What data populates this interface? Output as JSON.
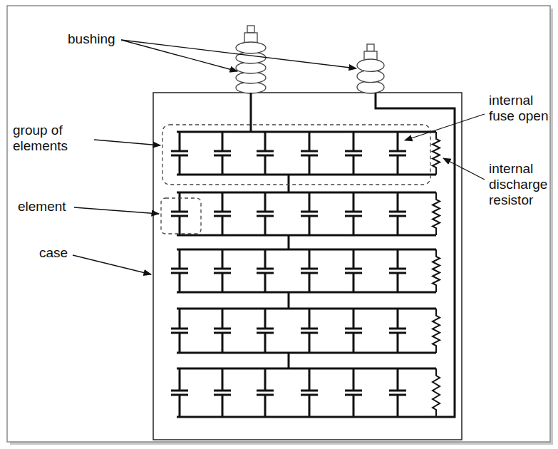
{
  "diagram": {
    "labels": [
      "bushing",
      "internal fuse open",
      "group of elements",
      "internal discharge resistor",
      "element",
      "case"
    ]
  }
}
